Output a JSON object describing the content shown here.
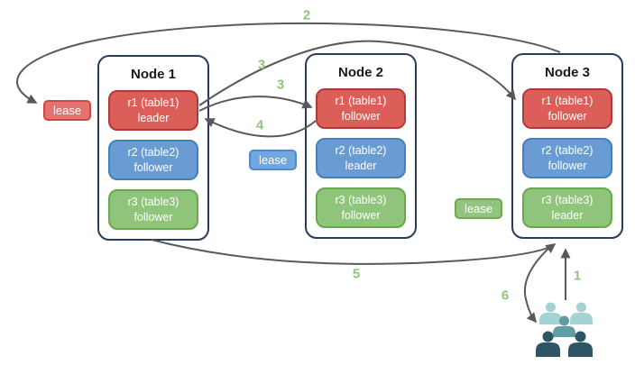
{
  "nodes": [
    {
      "title": "Node 1",
      "replicas": [
        {
          "name": "r1 (table1)",
          "role": "leader",
          "color": "#DB5E59"
        },
        {
          "name": "r2 (table2)",
          "role": "follower",
          "color": "#699CD3"
        },
        {
          "name": "r3 (table3)",
          "role": "follower",
          "color": "#8FC47B"
        }
      ]
    },
    {
      "title": "Node 2",
      "replicas": [
        {
          "name": "r1 (table1)",
          "role": "follower",
          "color": "#DB5E59"
        },
        {
          "name": "r2 (table2)",
          "role": "leader",
          "color": "#699CD3"
        },
        {
          "name": "r3 (table3)",
          "role": "follower",
          "color": "#8FC47B"
        }
      ]
    },
    {
      "title": "Node 3",
      "replicas": [
        {
          "name": "r1 (table1)",
          "role": "follower",
          "color": "#DB5E59"
        },
        {
          "name": "r2 (table2)",
          "role": "follower",
          "color": "#699CD3"
        },
        {
          "name": "r3 (table3)",
          "role": "leader",
          "color": "#8FC47B"
        }
      ]
    }
  ],
  "leases": [
    {
      "label": "lease",
      "color": "#E4736F",
      "border_color": "#D24540"
    },
    {
      "label": "lease",
      "color": "#71A7DD",
      "border_color": "#4E8BC8"
    },
    {
      "label": "lease",
      "color": "#93C47D",
      "border_color": "#6FA850"
    }
  ],
  "arrow_labels": {
    "n1": "1",
    "n2": "2",
    "n3a": "3",
    "n3b": "3",
    "n4": "4",
    "n5": "5",
    "n6": "6"
  },
  "icons": {
    "users_group": "users-group-icon"
  },
  "colors": {
    "node_border": "#2B3B5C",
    "arrow": "#595959",
    "number_label": "#90C47C",
    "users_light_teal": "#A5D2D5",
    "users_medium_teal": "#5F9CA4",
    "users_dark_slate": "#2F5565"
  }
}
